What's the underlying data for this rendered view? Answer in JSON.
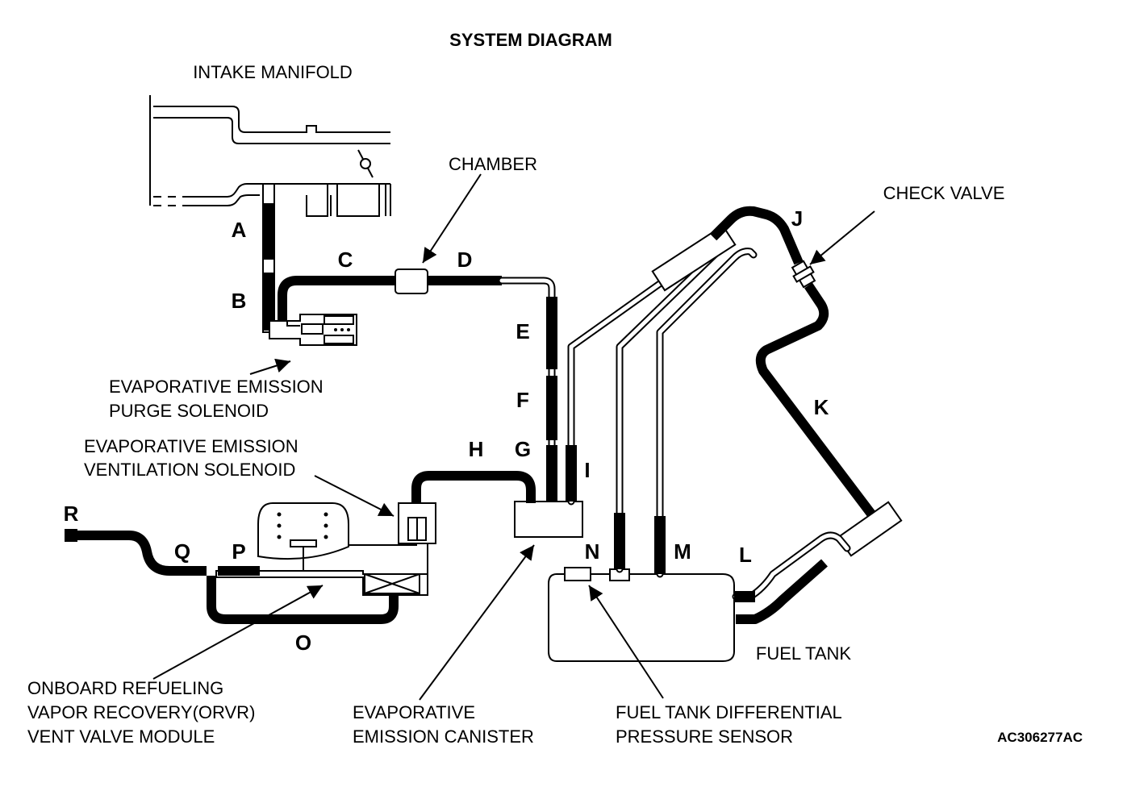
{
  "title": "SYSTEM DIAGRAM",
  "labels": {
    "intake_manifold": "INTAKE MANIFOLD",
    "chamber": "CHAMBER",
    "check_valve": "CHECK VALVE",
    "purge_solenoid": [
      "EVAPORATIVE EMISSION",
      "PURGE SOLENOID"
    ],
    "ventilation_solenoid": [
      "EVAPORATIVE EMISSION",
      "VENTILATION SOLENOID"
    ],
    "orvr_module": [
      "ONBOARD REFUELING",
      "VAPOR RECOVERY(ORVR)",
      "VENT VALVE MODULE"
    ],
    "canister": [
      "EVAPORATIVE",
      "EMISSION CANISTER"
    ],
    "pressure_sensor": [
      "FUEL TANK DIFFERENTIAL",
      "PRESSURE SENSOR"
    ],
    "fuel_tank": "FUEL TANK"
  },
  "hoses": [
    "A",
    "B",
    "C",
    "D",
    "E",
    "F",
    "G",
    "H",
    "I",
    "J",
    "K",
    "L",
    "M",
    "N",
    "O",
    "P",
    "Q",
    "R"
  ],
  "figure_code": "AC306277AC"
}
